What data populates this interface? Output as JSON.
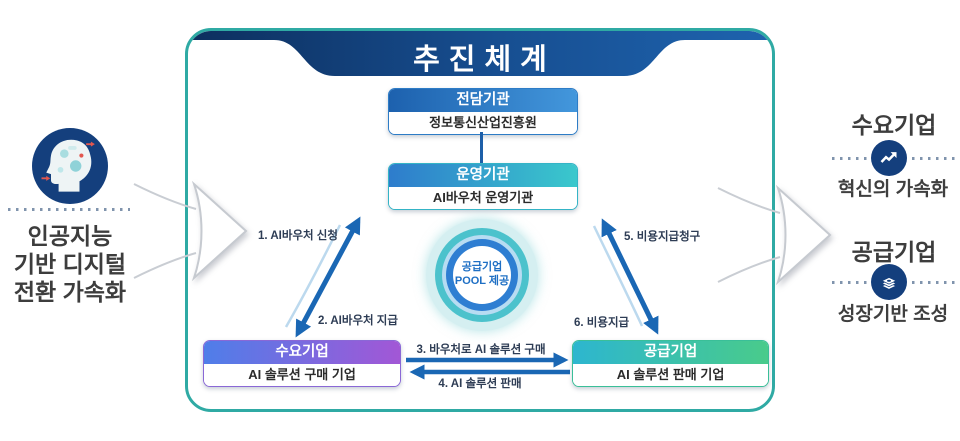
{
  "left_intro": {
    "icon": "ai-head-icon",
    "caption_line1": "인공지능",
    "caption_line2": "기반 디지털",
    "caption_line3": "전환 가속화"
  },
  "panel": {
    "title": "추진체계",
    "dedicated_org": {
      "header": "전담기관",
      "body": "정보통신산업진흥원"
    },
    "operating_org": {
      "header": "운영기관",
      "body": "AI바우처 운영기관"
    },
    "pool_badge": {
      "line1": "공급기업",
      "line2": "POOL 제공"
    },
    "demand_box": {
      "header": "수요기업",
      "body": "AI 솔루션 구매 기업"
    },
    "supply_box": {
      "header": "공급기업",
      "body": "AI 솔루션 판매 기업"
    },
    "flows": {
      "f1": "1. AI바우처 신청",
      "f2": "2. AI바우처 지급",
      "f3": "3. 바우처로 AI 솔루션 구매",
      "f4": "4. AI 솔루션 판매",
      "f5": "5. 비용지급청구",
      "f6": "6. 비용지급"
    }
  },
  "right_outcomes": {
    "demand": {
      "title": "수요기업",
      "caption": "혁신의 가속화",
      "icon": "trend-up-icon"
    },
    "supply": {
      "title": "공급기업",
      "caption": "성장기반 조성",
      "icon": "money-stack-icon"
    }
  },
  "colors": {
    "panel_border": "#2faaa4",
    "banner_navy_dark": "#0d2f5e",
    "banner_navy_light": "#1e63ae",
    "flow_arrow_blue": "#1a67b4",
    "dedicated_header": "#1d61ae",
    "operating_header_start": "#2e7ccc",
    "operating_header_end": "#3ac8cc",
    "demand_header_start": "#4f7ee9",
    "demand_header_end": "#a257d6",
    "supply_header_start": "#2db6cf",
    "supply_header_end": "#49cb8b",
    "pool_ring_teal": "#4cc2cc",
    "pool_ring_blue": "#2e7ed2",
    "icon_circle_navy": "#143f7d",
    "text_dark": "#3d3d3d"
  }
}
